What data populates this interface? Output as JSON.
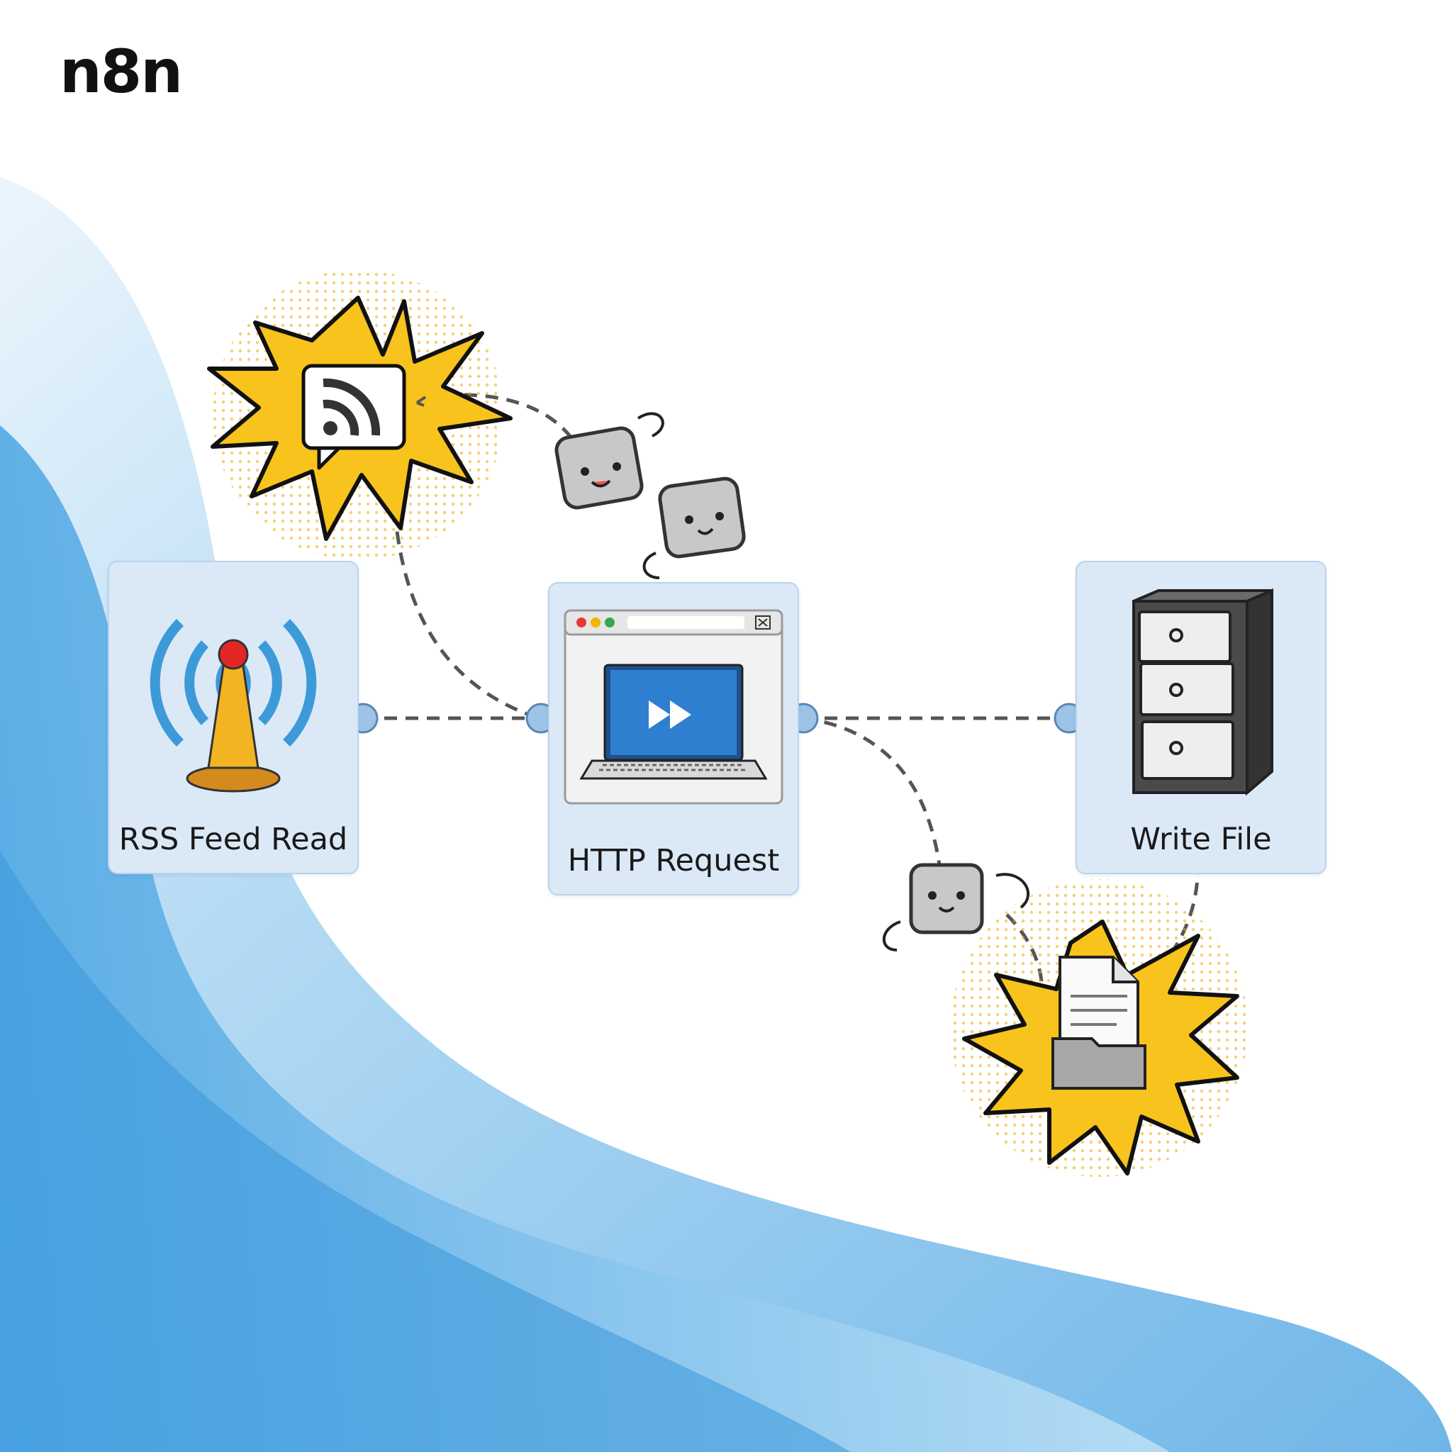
{
  "brand": {
    "logo_text": "n8n"
  },
  "nodes": {
    "rss": {
      "label": "RSS Feed Read",
      "icon": "radio-tower-icon"
    },
    "http": {
      "label": "HTTP Request",
      "icon": "laptop-browser-icon"
    },
    "write": {
      "label": "Write File",
      "icon": "filing-cabinet-icon"
    }
  },
  "bursts": [
    {
      "icon": "rss-feed-icon"
    },
    {
      "icon": "document-folder-icon"
    }
  ],
  "colors": {
    "node_fill": "#dbe9f7",
    "connector": "#9ec3e6",
    "dash": "#555555",
    "burst": "#f7c31c",
    "wave": "#4aa5e3"
  }
}
